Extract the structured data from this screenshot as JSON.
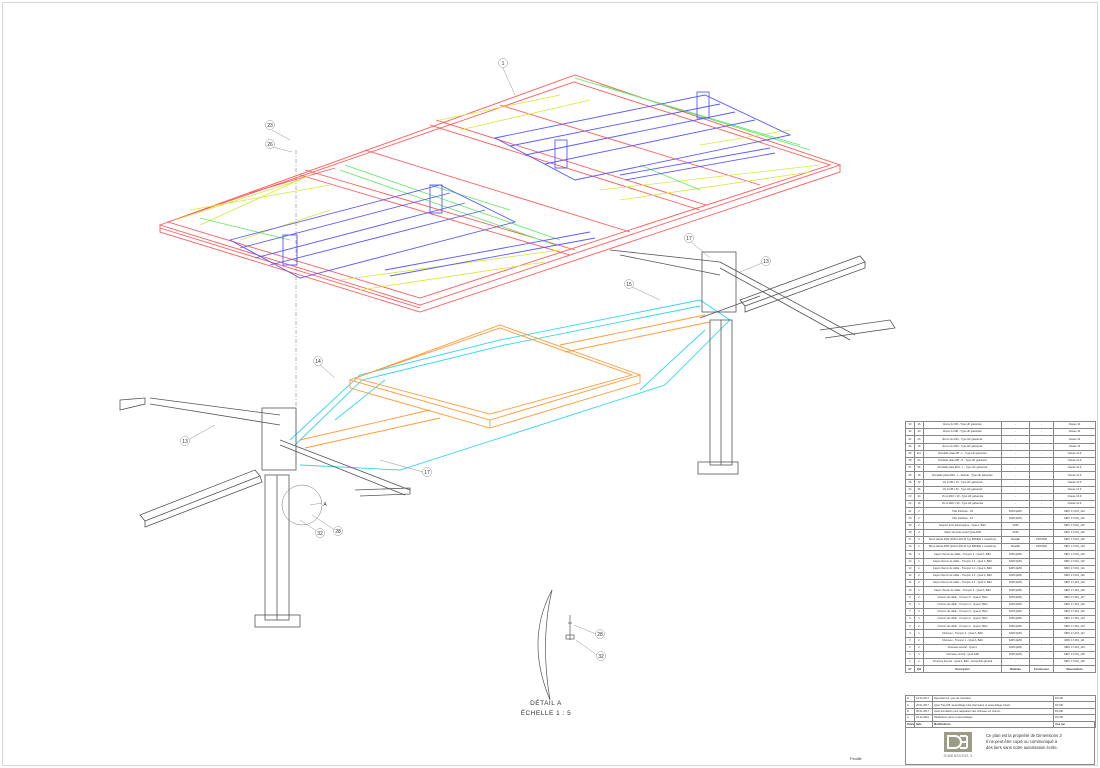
{
  "callouts": [
    "1",
    "23",
    "26",
    "17",
    "13",
    "15",
    "14",
    "13",
    "17",
    "A",
    "28",
    "32",
    "28",
    "32"
  ],
  "detail": {
    "title": "DÉTAIL A",
    "scale": "ÉCHELLE 1 : 5"
  },
  "bom_header": [
    "N°",
    "Qté",
    "Description",
    "Matériau",
    "Fournisseur",
    "Observations"
  ],
  "bom_rows": [
    [
      "33",
      "36",
      "Écrou hu M5 - Type HF galvanisé",
      "-",
      "-",
      "Classe 10"
    ],
    [
      "32",
      "40",
      "Écrou hu M8 - Type HF galvanisé",
      "-",
      "-",
      "Classe 10"
    ],
    [
      "31",
      "24",
      "Écrou hu M10 - Type HF galvanisé",
      "-",
      "-",
      "Classe 10"
    ],
    [
      "30",
      "16",
      "Écrou hu M20 - Type HF galvanisé",
      "-",
      "-",
      "Classe 10"
    ],
    [
      "29",
      "110",
      "Rondelle plate M5 - L - Type HF galvanisé",
      "-",
      "-",
      "Classe 10.9"
    ],
    [
      "28",
      "64",
      "Rondelle plate M8 - N - Type HF galvanisé",
      "-",
      "-",
      "Classe 10.9"
    ],
    [
      "27",
      "56",
      "Rondelle plate M10 - L - Type HF galvanisé",
      "-",
      "-",
      "Classe 10.9"
    ],
    [
      "26",
      "16",
      "Rondelle plate M20 - L - Illustrat - Type HF galvanisé",
      "-",
      "-",
      "Classe 10.9"
    ],
    [
      "25",
      "40",
      "Vis H M5 x 10 - Type HF galvanisé",
      "-",
      "-",
      "Classe 10.9"
    ],
    [
      "24",
      "36",
      "Vis H M8 x 30 - Type HF galvanisé",
      "-",
      "-",
      "Classe 10.9"
    ],
    [
      "23",
      "24",
      "Vis H M10 x 30 - Type HF galvanisé",
      "-",
      "-",
      "Classe 10.9"
    ],
    [
      "22",
      "16",
      "Vis H M20 x 90 - Type HF galvanisé",
      "-",
      "-",
      "Classe 10.9"
    ],
    [
      "21",
      "2",
      "Tôle d'éclisse - 02",
      "S235 (EZK)",
      "-",
      "MRC 17-001_123"
    ],
    [
      "20",
      "2",
      "Tôle d'éclisse - 01",
      "S235 (EZK)",
      "-",
      "MRC 17-001_122"
    ],
    [
      "19",
      "2",
      "Support tiroir télescopique - Quai A, B&C",
      "S235",
      "-",
      "MRC 17-001_120"
    ],
    [
      "18",
      "2",
      "Salon structure avant Quai A&B",
      "S235",
      "-",
      "MRC 17-001_126"
    ],
    [
      "17",
      "2",
      "Bune latéral 3000 (2000 LRN 20 Typ 8803RE 1 maschine)",
      "Métallik",
      "PFISTER",
      "MRC 17-001_125"
    ],
    [
      "16",
      "2",
      "Bune latéral 3000 (2014 LRN 20 Typ 8803RE 1 maschine)",
      "Métallik",
      "PFISTER",
      "MRC 17-001_124"
    ],
    [
      "15",
      "4",
      "Capot chemin de câble - Tronçon 2 - Quai A, B&C",
      "S235 (EZK)",
      "-",
      "MRC 17-001_123"
    ],
    [
      "14",
      "1",
      "Capot chemin de câble - Tronçon 2.4 - Quai A, B&C",
      "S235 (EZK)",
      "-",
      "MRC 17-001_122"
    ],
    [
      "13",
      "1",
      "Capot chemin de câble - Tronçon 2.3 - Quai A, B&C",
      "S235 (EZK)",
      "-",
      "MRC 17-001_121"
    ],
    [
      "12",
      "2",
      "Capot chemin de câble - Tronçon 2.2 - Quai A, B&C",
      "S235 (EZK)",
      "-",
      "MRC 17-001_120"
    ],
    [
      "11",
      "2",
      "Capot chemin de câble - Tronçon 2.1 - Quai A, B&C",
      "S235 (EZK)",
      "-",
      "MRC 17-001_119"
    ],
    [
      "10",
      "1",
      "Capot chemin de câble - Tronçon 1 - Quai A, B&C",
      "S235 (EZK)",
      "-",
      "MRC 17-001_118"
    ],
    [
      "9",
      "2",
      "Chemin de câble - Tronçon 5 - Quai A, B&C",
      "S235 (EZK)",
      "-",
      "MRC 17-001_117"
    ],
    [
      "8",
      "1",
      "Chemin de câble - Tronçon 4 - Quai A, B&C",
      "S235 (EZK)",
      "-",
      "MRC 17-001_116"
    ],
    [
      "7",
      "2",
      "Chemin de câble - Tronçon 3 - Quai A, B&C",
      "S235 (EZK)",
      "-",
      "MRC 17-001_115"
    ],
    [
      "6",
      "1",
      "Chemin de câble - Tronçon 2 - Quai A, B&C",
      "S235 (EZK)",
      "-",
      "MRC 17-001_114"
    ],
    [
      "5",
      "2",
      "Chemin de câble - Tronçon 1 - Quai A, B&C",
      "S235 (EZK)",
      "-",
      "MRC 17-001_113"
    ],
    [
      "4",
      "1",
      "Chéneau - Tronçon 2 - Quai A, B&C",
      "S235 (EZK)",
      "-",
      "MRC 17-001_112"
    ],
    [
      "3",
      "2",
      "Chéneau - Tronçon 1 - Quai A, B&C",
      "S235 (EZK)",
      "-",
      "MRC 17-001_111"
    ],
    [
      "2",
      "2",
      "Chéneau central - Quai C",
      "S235 (EZK)",
      "-",
      "MRC 17-001_110"
    ],
    [
      "1",
      "1",
      "Chéneau central - Quai A&B",
      "S235 (EZK)",
      "-",
      "MRC 17-001_109"
    ],
    [
      "1",
      "1",
      "Structure fixeuse - Quai A, B&C - Ensemble général",
      "-",
      "-",
      "MRC 17-001_100"
    ]
  ],
  "rev_header": [
    "Indice",
    "Date",
    "Modifications",
    "",
    "Visé par"
  ],
  "rev_rows": [
    [
      "D",
      "16.03.2017",
      "Repositionné, type de coloration",
      "",
      "DX-MF"
    ],
    [
      "C",
      "20.01.2017",
      "Ajout Trou M6, assemblage tube d'armature et assemblage créant",
      "",
      "DX-MF"
    ],
    [
      "B",
      "06.01.2017",
      "Ajout annulation pour adaptation des chéneau sur chemin",
      "",
      "DX-MF"
    ],
    [
      "A",
      "15.12.2016",
      "Réalisation plans et assemblages",
      "",
      "DX-MF"
    ]
  ],
  "notice_lines": [
    "Ce plan est la propriété de Dimensions 3",
    "Il ne peut être copié ou communiqué à",
    "des tiers sans notre autorisation écrite."
  ],
  "logo_text": "DIMENSIONS 3",
  "folio": "Feuille",
  "colors": {
    "roof_frame": "#ff5a5a",
    "purlin": "#5a5aff",
    "bracing": "#d7e83c",
    "green": "#66e86a",
    "cyan": "#33d6ee",
    "orange": "#ff9a3a",
    "structure": "#555555"
  }
}
